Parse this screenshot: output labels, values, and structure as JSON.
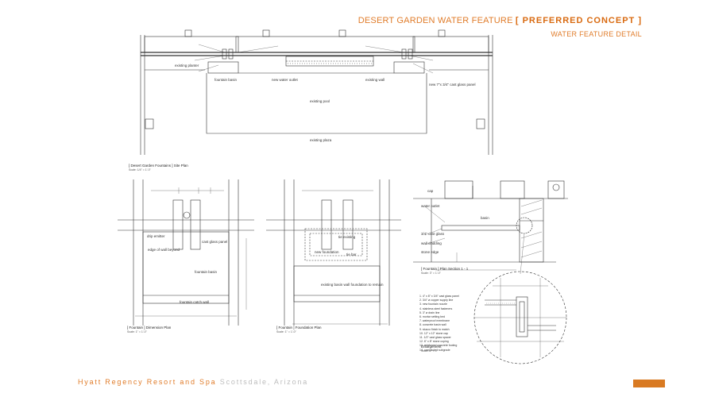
{
  "header": {
    "title_main": "DESERT GARDEN WATER FEATURE",
    "title_concept": "[ PREFERRED CONCEPT ]",
    "subtitle": "WATER FEATURE DETAIL"
  },
  "footer": {
    "property": "Hyatt Regency Resort and Spa",
    "location": "Scottsdale, Arizona"
  },
  "accent_color": "#d97a22",
  "site_plan": {
    "caption": "[ Desert Garden Fountains ] Site Plan",
    "scale": "Scale: 1/4\" = 1'-0\"",
    "labels": {
      "existing_planter": "existing planter",
      "fountain_basin": "fountain basin",
      "existing_pool": "existing pool",
      "existing_plaza": "existing plaza",
      "new_water_outlet": "new water outlet",
      "new_ext_wall": "new 7\"x 3/4\" cast glass panel",
      "existing_wall": "existing wall"
    }
  },
  "dimension_plan": {
    "caption": "[ Fountain ] Dimension Plan",
    "scale": "Scale: 1\" = 1'-0\"",
    "labels": {
      "drip_emitter": "drip emitter",
      "edge_of_wall": "edge of wall beyond",
      "cast_glass_panel": "cast glass panel",
      "fountain_basin": "fountain basin",
      "fountain_catch_wall": "fountain catch wall"
    }
  },
  "foundation_plan": {
    "caption": "[ Fountain ] Foundation Plan",
    "scale": "Scale: 1\" = 1'-0\"",
    "labels": {
      "tie_existing": "tie existing",
      "new_foundation": "new foundation",
      "existing_basin": "existing basin wall foundation to remain",
      "tie_bar": "tie bar"
    }
  },
  "plan_section": {
    "caption": "[ Fountain ] Plan Section 1 - 1",
    "scale": "Scale: 3\" = 1'-0\"",
    "labels": {
      "cap": "cap",
      "water_outlet": "water outlet",
      "cast_glass": "3/4\" cast glass",
      "wall_cladding": "wall cladding",
      "stone_edge": "stone edge",
      "basin": "basin"
    }
  },
  "enlargement": {
    "caption": "Enlargement",
    "scale": "Scale: 1\" = 1'",
    "notes": [
      "1. 4\" x 8\" x 3/4\" cast glass panel",
      "2. 3/4\" ø copper supply line",
      "3. new fountain nozzle",
      "4. stainless steel fasteners",
      "5. 3\" ø drain line",
      "6. mortar setting bed",
      "7. waterproof membrane",
      "8. concrete basin wall",
      "9. stucco finish to match",
      "10. 12\" x 12\" stone cap",
      "11. 1/2\" cast glass spacer",
      "12. 6\" x 8\" stone coping",
      "13. reinforced concrete footing",
      "14. compacted subgrade"
    ]
  }
}
